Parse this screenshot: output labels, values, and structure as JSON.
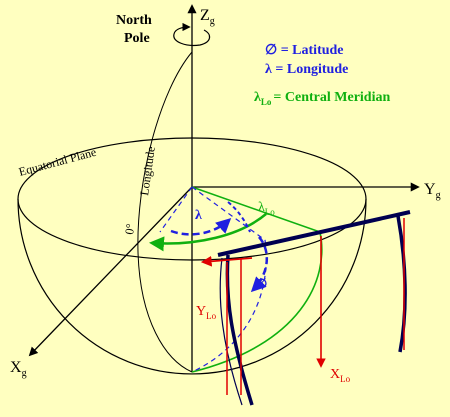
{
  "labels": {
    "north_pole_line1": "North",
    "north_pole_line2": "Pole",
    "equatorial_plane": "Equatorial Plane",
    "longitude": "Longitude",
    "zero_degree": "0°",
    "zg_main": "Z",
    "zg_sub": "g",
    "yg_main": "Y",
    "yg_sub": "g",
    "xg_main": "X",
    "xg_sub": "g",
    "ylo_main": "Y",
    "ylo_sub": "Lo",
    "xlo_main": "X",
    "xlo_sub": "Lo",
    "lambda_lo_main": "λ",
    "lambda_lo_sub": "Lo",
    "lambda_symbol": "λ",
    "phi_symbol": "∅"
  },
  "legend": {
    "latitude": "∅ = Latitude",
    "longitude": "λ = Longitude",
    "central_meridian_main": "λ",
    "central_meridian_sub": "Lo",
    "central_meridian_rest": "= Central Meridian"
  },
  "colors": {
    "background": "#ffffc0",
    "axis": "#000000",
    "blue": "#2020e0",
    "navy": "#000050",
    "green": "#10b010",
    "red": "#e00000"
  }
}
